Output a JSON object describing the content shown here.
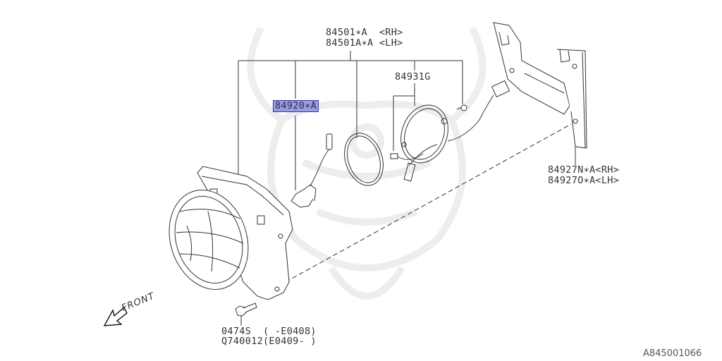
{
  "diagram": {
    "type": "parts-exploded-view",
    "subject": "Fog lamp assembly",
    "reference_id": "A845001066",
    "direction_indicator": "FRONT",
    "highlight_color": "#9c9ce0",
    "highlight_border": "#3a3aa8",
    "watermark": "samurai-helmet-watermark"
  },
  "labels": {
    "assembly_rh": "84501∗A  <RH>",
    "assembly_lh": "84501A∗A <LH>",
    "bulb": "84920∗A",
    "harness": "84931G",
    "bracket_rh": "84927N∗A<RH>",
    "bracket_lh": "84927O∗A<LH>",
    "bolt_1": "0474S  ( -E0408)",
    "bolt_2": "Q740012(E0409- )"
  },
  "parts": [
    {
      "part_no": "84501*A",
      "side": "RH",
      "name": "fog-lamp-assembly"
    },
    {
      "part_no": "84501A*A",
      "side": "LH",
      "name": "fog-lamp-assembly"
    },
    {
      "part_no": "84920*A",
      "name": "bulb",
      "highlighted": true
    },
    {
      "part_no": "84931G",
      "name": "socket-harness"
    },
    {
      "part_no": "84927N*A",
      "side": "RH",
      "name": "mounting-bracket"
    },
    {
      "part_no": "84927O*A",
      "side": "LH",
      "name": "mounting-bracket"
    },
    {
      "part_no": "0474S",
      "range": "-E0408",
      "name": "bolt"
    },
    {
      "part_no": "Q740012",
      "range": "E0409-",
      "name": "bolt"
    }
  ]
}
